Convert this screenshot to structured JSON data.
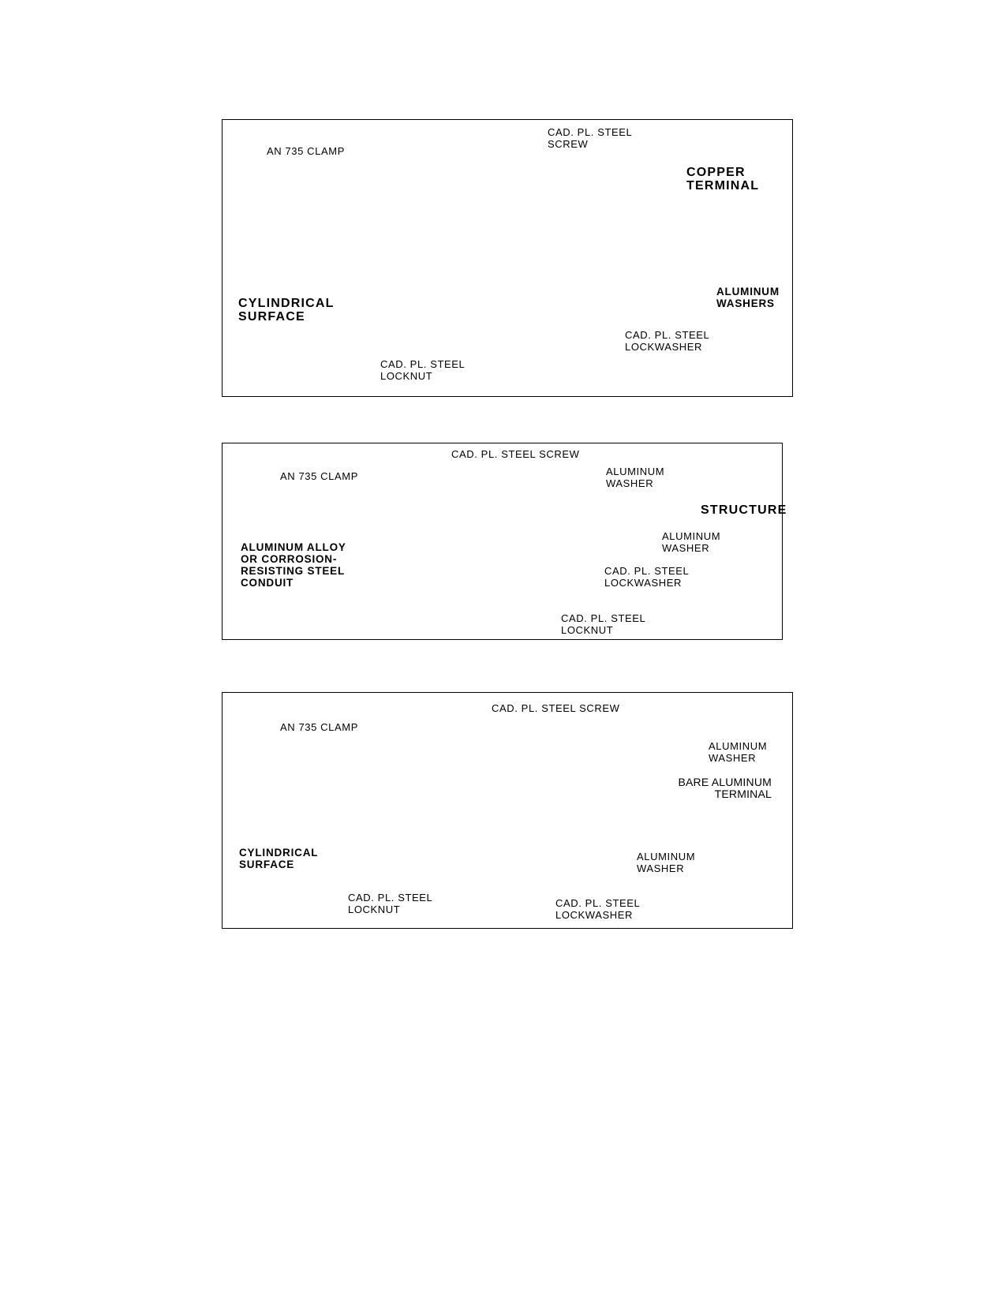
{
  "colors": {
    "ink": "#000000",
    "paper": "#ffffff"
  },
  "figures": [
    {
      "labels": {
        "clamp": "AN 735 CLAMP",
        "screw": "CAD. PL. STEEL\nSCREW",
        "terminal": "COPPER\nTERMINAL",
        "surface": "CYLINDRICAL\nSURFACE",
        "washers": "ALUMINUM\nWASHERS",
        "lockwasher": "CAD. PL. STEEL\nLOCKWASHER",
        "locknut": "CAD. PL. STEEL\nLOCKNUT"
      }
    },
    {
      "labels": {
        "screw": "CAD. PL. STEEL SCREW",
        "clamp": "AN 735 CLAMP",
        "washer_top": "ALUMINUM\nWASHER",
        "structure": "STRUCTURE",
        "conduit": "ALUMINUM ALLOY\nOR CORROSION-\nRESISTING STEEL\nCONDUIT",
        "washer_bottom": "ALUMINUM\nWASHER",
        "lockwasher": "CAD. PL. STEEL\nLOCKWASHER",
        "locknut": "CAD. PL. STEEL\nLOCKNUT"
      }
    },
    {
      "labels": {
        "screw": "CAD. PL. STEEL SCREW",
        "clamp": "AN 735 CLAMP",
        "washer_top": "ALUMINUM\nWASHER",
        "terminal": "BARE ALUMINUM\nTERMINAL",
        "surface": "CYLINDRICAL\nSURFACE",
        "washer_bottom": "ALUMINUM\nWASHER",
        "locknut": "CAD. PL. STEEL\nLOCKNUT",
        "lockwasher": "CAD. PL. STEEL\nLOCKWASHER"
      }
    }
  ]
}
